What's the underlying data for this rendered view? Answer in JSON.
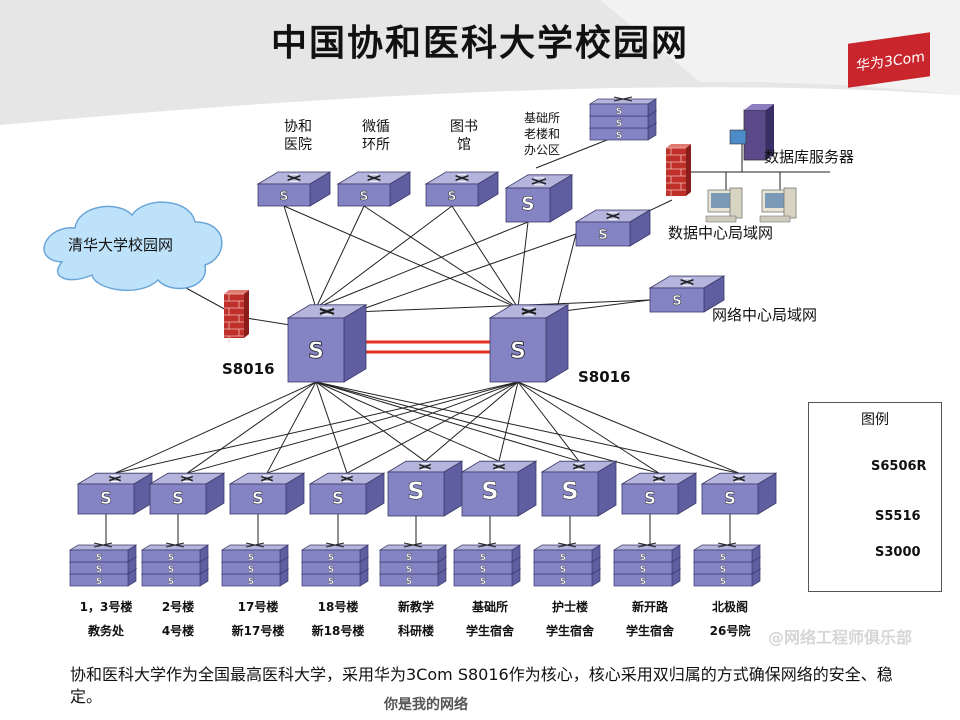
{
  "title": "中国协和医科大学校园网",
  "logo": "华为3Com",
  "cloud_label": "清华大学校园网",
  "core_left_label": "S8016",
  "core_right_label": "S8016",
  "top_labels": {
    "hospital": "协和\n医院",
    "micro": "微循\n环所",
    "library": "图书\n馆",
    "basic": "基础所\n老楼和\n办公区"
  },
  "right_labels": {
    "db": "数据库服务器",
    "dc": "数据中心局域网",
    "nc": "网络中心局域网"
  },
  "buildings": [
    {
      "l1": "1，3号楼",
      "l2": "教务处"
    },
    {
      "l1": "2号楼",
      "l2": "4号楼"
    },
    {
      "l1": "17号楼",
      "l2": "新17号楼"
    },
    {
      "l1": "18号楼",
      "l2": "新18号楼"
    },
    {
      "l1": "新教学",
      "l2": "科研楼"
    },
    {
      "l1": "基础所",
      "l2": "学生宿舍"
    },
    {
      "l1": "护士楼",
      "l2": "学生宿舍"
    },
    {
      "l1": "新开路",
      "l2": "学生宿舍"
    },
    {
      "l1": "北极阁",
      "l2": "26号院"
    }
  ],
  "legend": {
    "title": "图例",
    "items": [
      "S6506R",
      "S5516",
      "S3000"
    ]
  },
  "footer": "协和医科大学作为全国最高医科大学，采用华为3Com S8016作为核心，核心采用双归属的方式确保网络的安全、稳定。",
  "watermark": "@网络工程师俱乐部",
  "bottom_watermark": "你是我的网络",
  "colors": {
    "switch_front": "#8484c4",
    "switch_top": "#b4b4dc",
    "switch_side": "#5e5ea0",
    "red_link": "#e53020",
    "firewall": "#c0302a"
  }
}
